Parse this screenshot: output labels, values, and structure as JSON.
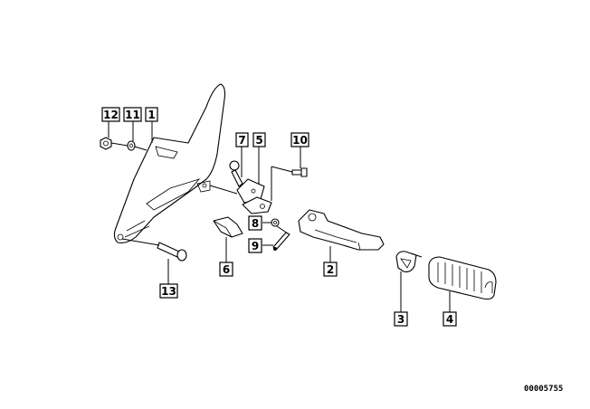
{
  "diagram": {
    "type": "exploded-parts-diagram",
    "subject": "footrest assembly",
    "reference_number": "00005755",
    "callouts": [
      {
        "id": "1",
        "label": "1",
        "part": "footrest-bracket"
      },
      {
        "id": "2",
        "label": "2",
        "part": "footrest-arm"
      },
      {
        "id": "3",
        "label": "3",
        "part": "rubber-insert"
      },
      {
        "id": "4",
        "label": "4",
        "part": "footrest-rubber"
      },
      {
        "id": "5",
        "label": "5",
        "part": "hinge-plate"
      },
      {
        "id": "6",
        "label": "6",
        "part": "stop-piece"
      },
      {
        "id": "7",
        "label": "7",
        "part": "hex-bolt"
      },
      {
        "id": "8",
        "label": "8",
        "part": "washer"
      },
      {
        "id": "9",
        "label": "9",
        "part": "pin"
      },
      {
        "id": "10",
        "label": "10",
        "part": "screw"
      },
      {
        "id": "11",
        "label": "11",
        "part": "washer"
      },
      {
        "id": "12",
        "label": "12",
        "part": "nut"
      },
      {
        "id": "13",
        "label": "13",
        "part": "bolt"
      }
    ]
  }
}
